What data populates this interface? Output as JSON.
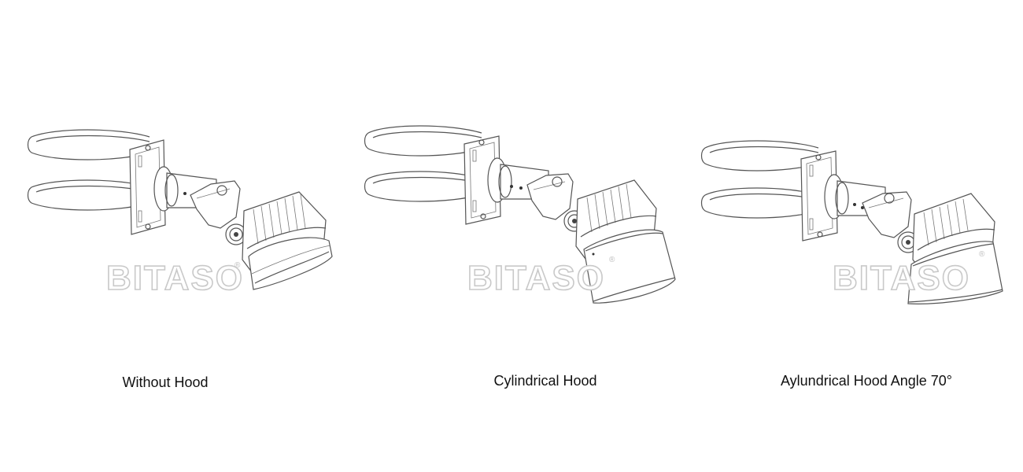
{
  "figures": [
    {
      "caption": "Without Hood",
      "hood": "none",
      "watermark": "BITASO",
      "watermark_mark": "®"
    },
    {
      "caption": "Cylindrical Hood",
      "hood": "cylindrical",
      "watermark": "BITASO",
      "watermark_mark": "®"
    },
    {
      "caption": "Aylundrical Hood Angle 70°",
      "hood": "angled",
      "watermark": "BITASO",
      "watermark_mark": "®"
    }
  ]
}
